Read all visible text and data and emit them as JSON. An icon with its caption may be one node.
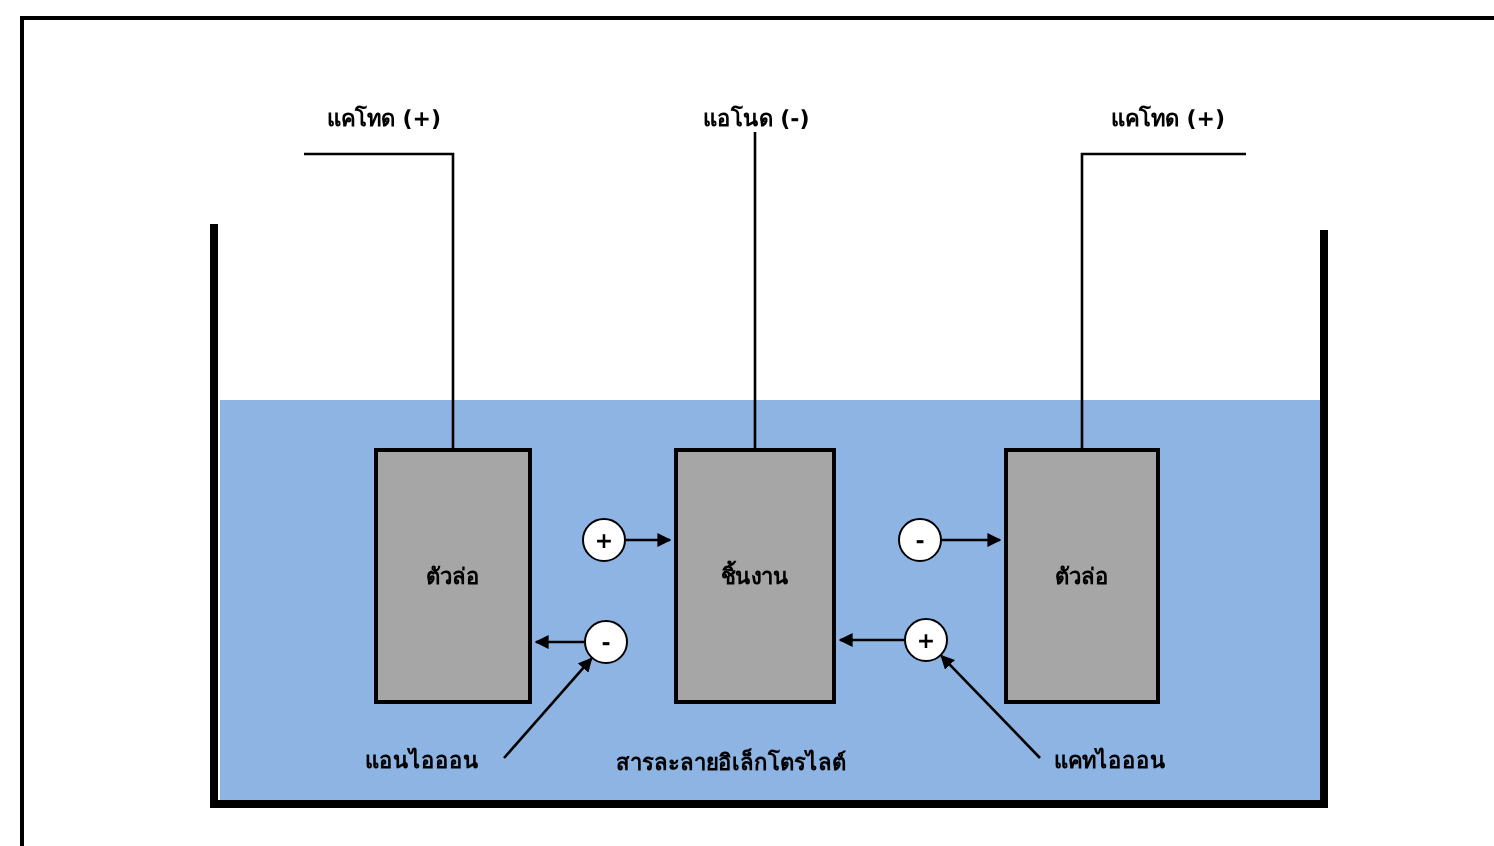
{
  "diagram": {
    "nodes": [
      {
        "text": [
          "แคโทด (+)"
        ]
      },
      {
        "text": [
          "แอโนด (-)"
        ]
      },
      {
        "text": [
          "แคโทด (+)"
        ]
      },
      {
        "text": [
          "สารละลายอิเล็กโตรไลต์"
        ]
      },
      {
        "text": [
          "ตัวล่อ"
        ],
        "in": 3
      },
      {
        "text": [
          "ชิ้นงาน"
        ],
        "in": 3
      },
      {
        "text": [
          "ตัวล่อ"
        ],
        "in": 3
      },
      {
        "text": [
          "+"
        ],
        "in": 3
      },
      {
        "text": [
          "-"
        ],
        "in": 3
      },
      {
        "text": [
          "-"
        ],
        "in": 3
      },
      {
        "text": [
          "+"
        ],
        "in": 3
      },
      {
        "text": [
          "แอนไอออน"
        ],
        "in": 3
      },
      {
        "text": [
          "แคทไอออน"
        ],
        "in": 3
      }
    ],
    "edges": [
      {
        "from": 0,
        "to": 4,
        "arrow": "none"
      },
      {
        "from": 1,
        "to": 5,
        "arrow": "none"
      },
      {
        "from": 2,
        "to": 6,
        "arrow": "none"
      },
      {
        "from": 7,
        "to": 5,
        "arrow": "to"
      },
      {
        "from": 8,
        "to": 4,
        "arrow": "to"
      },
      {
        "from": 9,
        "to": 6,
        "arrow": "to"
      },
      {
        "from": 10,
        "to": 5,
        "arrow": "to"
      },
      {
        "from": 11,
        "to": 8,
        "arrow": "to"
      },
      {
        "from": 12,
        "to": 10,
        "arrow": "to"
      }
    ]
  }
}
